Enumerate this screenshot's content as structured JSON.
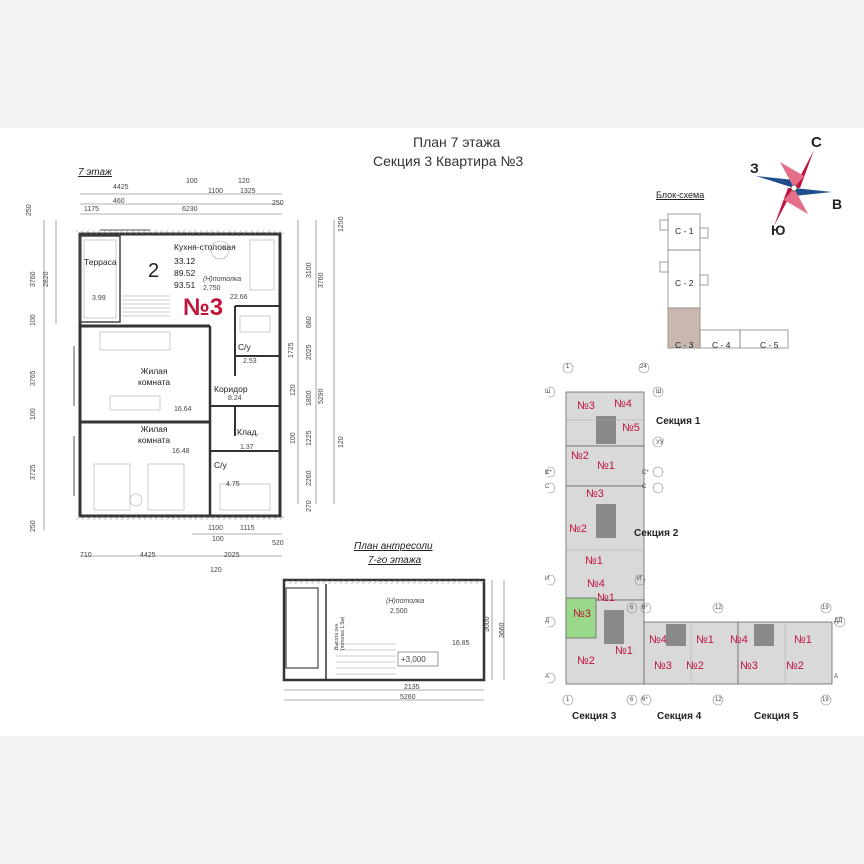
{
  "header": {
    "title_line1": "План 7 этажа",
    "title_line2": "Секция 3   Квартира №3"
  },
  "floor_label": "7 этаж",
  "compass": {
    "north": "С",
    "south": "Ю",
    "west": "З",
    "east": "В"
  },
  "block_scheme": {
    "title": "Блок-схема",
    "blocks": [
      "С - 1",
      "С - 2",
      "С - 3",
      "С - 4",
      "С - 5"
    ],
    "highlighted": "С - 3"
  },
  "apartment": {
    "number": "№3",
    "rooms_count": "2",
    "areas": [
      "33.12",
      "89.52",
      "93.51"
    ],
    "ceiling_label": "(H)потолка",
    "ceiling_value": "2,750"
  },
  "rooms": [
    {
      "name": "Терраса",
      "area": "3.99"
    },
    {
      "name": "Кухня-столовая",
      "area": "22.66"
    },
    {
      "name": "С/у",
      "area": "2.53"
    },
    {
      "name": "Жилая\nкомната",
      "area": "16.64"
    },
    {
      "name": "Коридор",
      "area": "8.24"
    },
    {
      "name": "Жилая\nкомната",
      "area": "16.48"
    },
    {
      "name": "Клад.",
      "area": "1.37"
    },
    {
      "name": "С/у",
      "area": "4.75"
    }
  ],
  "dims_top_row1": [
    "4425",
    "100",
    "1100",
    "120",
    "1325"
  ],
  "dims_top_row2": [
    "1175",
    "460",
    "6230",
    "250"
  ],
  "dims_left_outer": [
    "250",
    "3760",
    "100",
    "3765",
    "100",
    "3725",
    "250"
  ],
  "dims_left_inner": [
    "2820"
  ],
  "dims_right_inner": [
    "3100",
    "680",
    "1725",
    "2025",
    "120",
    "1800",
    "100",
    "1225",
    "2260",
    "270"
  ],
  "dims_right_outer": [
    "1250",
    "3760",
    "5290",
    "120"
  ],
  "dims_bottom_row1": [
    "1100",
    "1115"
  ],
  "dims_bottom_row1b": [
    "100",
    "520"
  ],
  "dims_bottom_row2": [
    "710",
    "4425",
    "2025"
  ],
  "dims_bottom_row3": [
    "120"
  ],
  "mezzanine": {
    "title_line1": "План антресоли",
    "title_line2": "7-го этажа",
    "ceiling_label": "(H)потолка",
    "ceiling_value": "2,500",
    "area": "16.85",
    "level": "+3,000",
    "vertical_note": "Высота окн.\n(потолка 1,5м)",
    "dims_bottom": [
      "2135",
      "5260"
    ],
    "dims_right": [
      "3000",
      "3660"
    ]
  },
  "site_plan": {
    "sections": [
      "Секция 1",
      "Секция 2",
      "Секция 3",
      "Секция 4",
      "Секция 5"
    ],
    "axes_top": [
      "1",
      "24"
    ],
    "axes_bottom": [
      "1",
      "6",
      "6*",
      "12",
      "19"
    ],
    "axes_right_of_long": [
      "6",
      "6*",
      "12",
      "19"
    ],
    "axes_letters": [
      "Ш",
      "У",
      "УУ",
      "С*",
      "С",
      "И",
      "Д",
      "ДД",
      "А"
    ],
    "apt_labels_s1": [
      "№3",
      "№4",
      "№5",
      "№2",
      "№1"
    ],
    "apt_labels_s2": [
      "№3",
      "№2",
      "№1",
      "№4",
      "№1"
    ],
    "apt_labels_s3": [
      "№3",
      "№1",
      "№2"
    ],
    "apt_labels_s4": [
      "№4",
      "№1",
      "№3",
      "№2"
    ],
    "apt_labels_s5": [
      "№4",
      "№1",
      "№3",
      "№2"
    ],
    "highlight_color": "#9ad88a"
  },
  "colors": {
    "accent_red": "#c0143c",
    "wall": "#444444",
    "hatch": "#bdbdbd"
  }
}
